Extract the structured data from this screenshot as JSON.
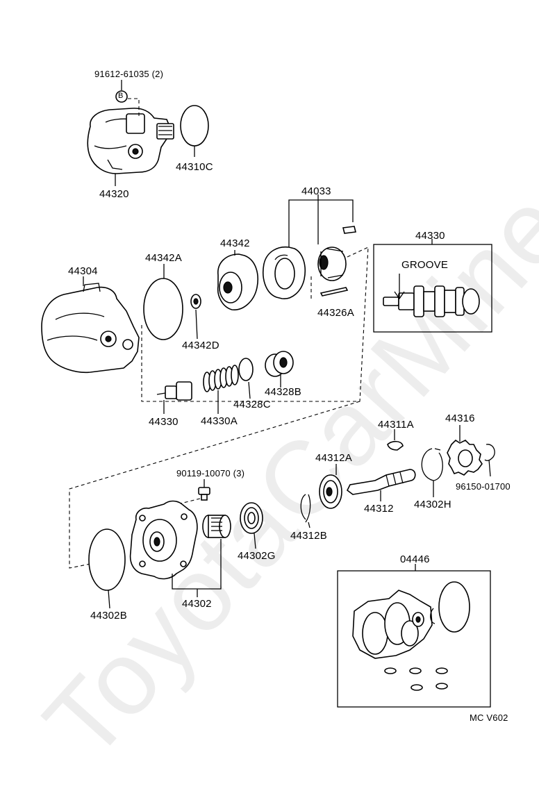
{
  "labels": {
    "bolt_91612": "91612-61035 (2)",
    "b_mark": "B",
    "pump_44320": "44320",
    "ring_44310C": "44310C",
    "kit_44033": "44033",
    "plate_44342": "44342",
    "housing_44304": "44304",
    "oring_44342A": "44342A",
    "seal_44342D": "44342D",
    "valve_44330_box": "44330",
    "groove": "GROOVE",
    "pin_44326A": "44326A",
    "oring_44328C": "44328C",
    "plug_44328B": "44328B",
    "valve_44330": "44330",
    "spring_44330A": "44330A",
    "key_44311A": "44311A",
    "gear_44316": "44316",
    "bearing_44312A": "44312A",
    "bolt_90119": "90119-10070 (3)",
    "clip_96150": "96150-01700",
    "shaft_44312": "44312",
    "snapring_44302H": "44302H",
    "bearing_44302G": "44302G",
    "snapring_44312B": "44312B",
    "cover_44302": "44302",
    "oring_44302B": "44302B",
    "kit_04446": "04446",
    "diagram_code": "MC V602"
  },
  "watermark": "ToyotaCarMine.ru"
}
